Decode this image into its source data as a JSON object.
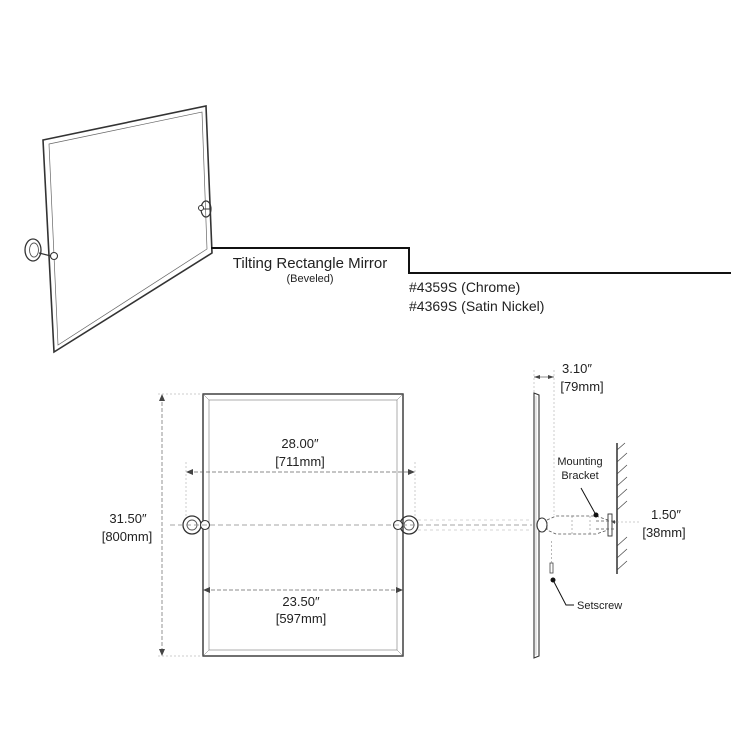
{
  "product": {
    "title": "Tilting Rectangle Mirror",
    "subtitle": "(Beveled)",
    "models": [
      "#4359S (Chrome)",
      "#4369S (Satin Nickel)"
    ]
  },
  "dimensions": {
    "height_in": "31.50″",
    "height_mm": "[800mm]",
    "bracket_span_in": "28.00″",
    "bracket_span_mm": "[711mm]",
    "width_in": "23.50″",
    "width_mm": "[597mm]",
    "depth_in": "3.10″",
    "depth_mm": "[79mm]",
    "mount_offset_in": "1.50″",
    "mount_offset_mm": "[38mm]"
  },
  "callouts": {
    "mounting_bracket_line1": "Mounting",
    "mounting_bracket_line2": "Bracket",
    "setscrew": "Setscrew"
  }
}
